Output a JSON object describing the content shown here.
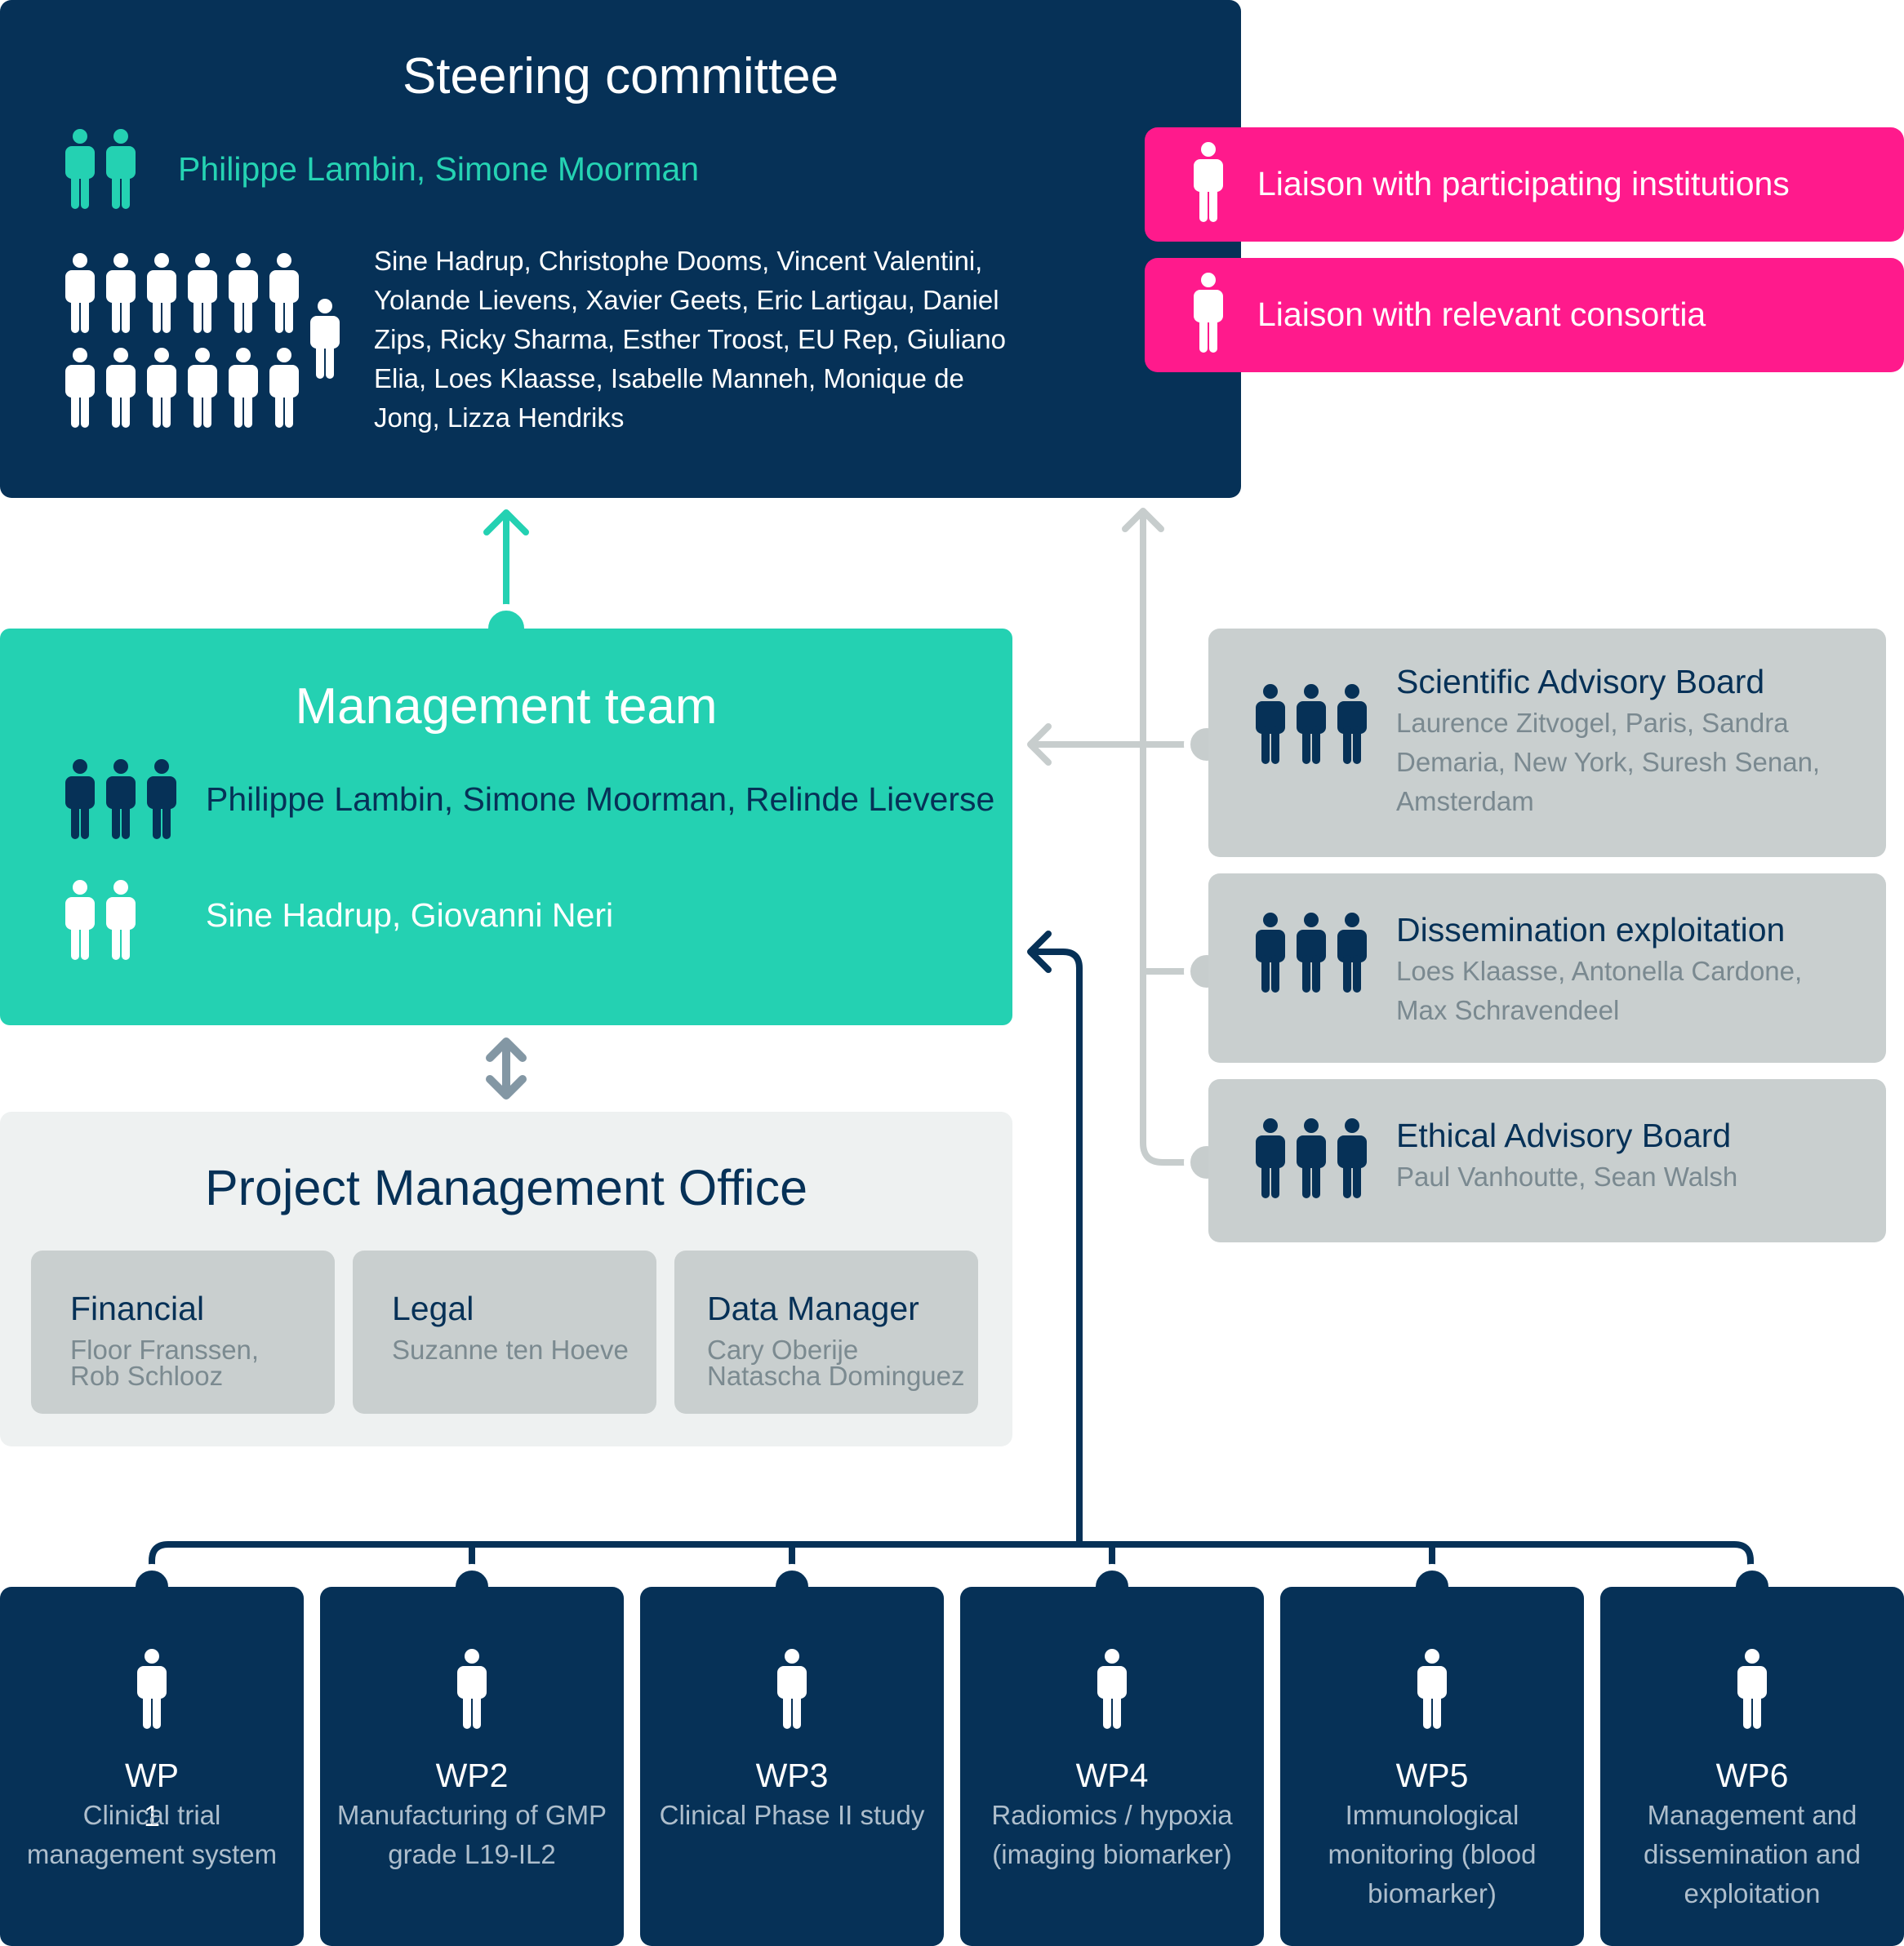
{
  "colors": {
    "navy": "#063157",
    "teal": "#24d1b2",
    "pink": "#ff1a8c",
    "grey": "#c9cfcf",
    "light_grey": "#eef1f1",
    "connector_grey": "#c7cdcd"
  },
  "icons": [
    "person-icon"
  ],
  "steering_committee": {
    "title": "Steering committee",
    "chairs": "Philippe Lambin, Simone Moorman",
    "members": "Sine Hadrup, Christophe Dooms, Vincent Valentini, Yolande Lievens, Xavier Geets, Eric Lartigau, Daniel Zips, Ricky Sharma, Esther Troost, EU Rep, Giuliano Elia, Loes Klaasse, Isabelle Manneh, Monique de Jong, Lizza Hendriks"
  },
  "liaisons": [
    {
      "label": "Liaison with participating institutions"
    },
    {
      "label": "Liaison with relevant consortia"
    }
  ],
  "management_team": {
    "title": "Management team",
    "core": "Philippe Lambin, Simone Moorman, Relinde Lieverse",
    "support": "Sine Hadrup, Giovanni Neri"
  },
  "pmo": {
    "title": "Project Management Office",
    "cards": [
      {
        "title": "Financial",
        "names": [
          "Floor Franssen,",
          "Rob Schlooz"
        ]
      },
      {
        "title": "Legal",
        "names": [
          "Suzanne ten Hoeve"
        ]
      },
      {
        "title": "Data Manager",
        "names": [
          "Cary Oberije",
          "Natascha Dominguez"
        ]
      }
    ]
  },
  "advisory_boards": [
    {
      "title": "Scientific Advisory Board",
      "names": "Laurence Zitvogel, Paris, Sandra Demaria, New York, Suresh Senan, Amsterdam"
    },
    {
      "title": "Dissemination exploitation",
      "names": "Loes Klaasse, Antonella Cardone, Max Schravendeel"
    },
    {
      "title": "Ethical Advisory Board",
      "names": "Paul Vanhoutte, Sean Walsh"
    }
  ],
  "work_packages": [
    {
      "title": "WP",
      "title_extra": "1",
      "desc": "Clinical trial management system"
    },
    {
      "title": "WP2",
      "title_extra": "",
      "desc": "Manufacturing of GMP grade L19-IL2"
    },
    {
      "title": "WP3",
      "title_extra": "",
      "desc": "Clinical Phase II study"
    },
    {
      "title": "WP4",
      "title_extra": "",
      "desc": "Radiomics / hypoxia (imaging biomarker)"
    },
    {
      "title": "WP5",
      "title_extra": "",
      "desc": "Immunological monitoring (blood biomarker)"
    },
    {
      "title": "WP6",
      "title_extra": "",
      "desc": "Management and dissemination and exploitation"
    }
  ]
}
